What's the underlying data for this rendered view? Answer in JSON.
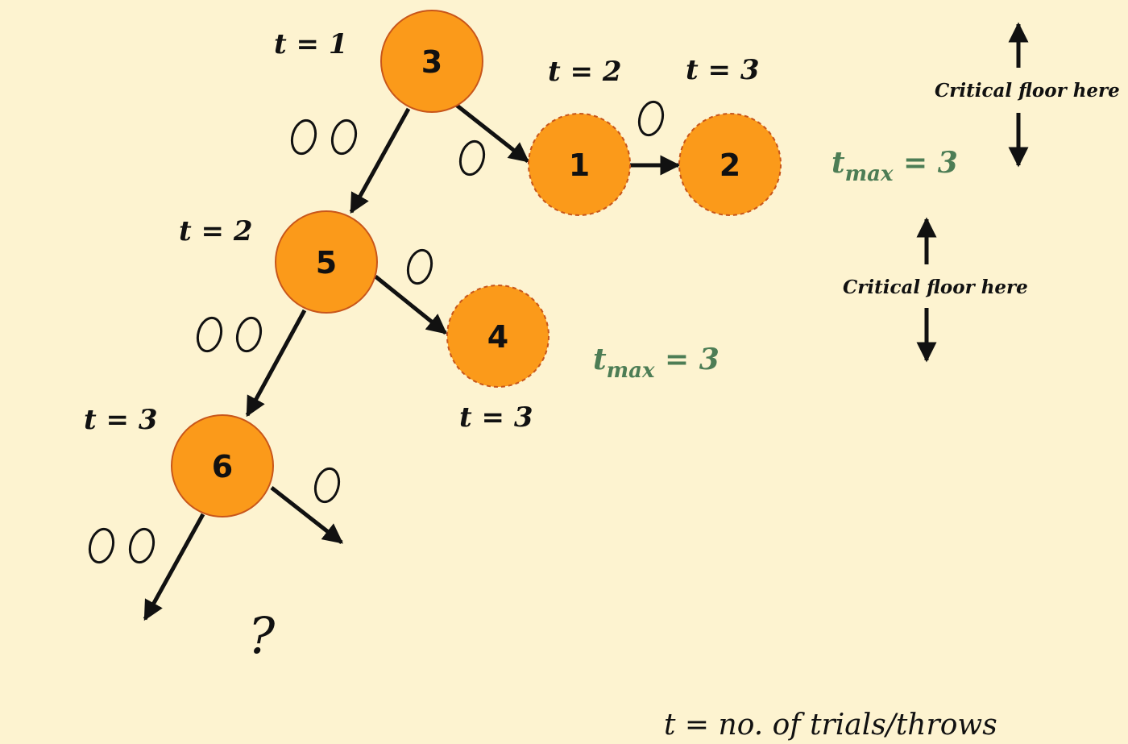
{
  "nodes": [
    {
      "id": "n3",
      "label": "3",
      "tentative": false
    },
    {
      "id": "n1",
      "label": "1",
      "tentative": true
    },
    {
      "id": "n2",
      "label": "2",
      "tentative": true
    },
    {
      "id": "n5",
      "label": "5",
      "tentative": false
    },
    {
      "id": "n4",
      "label": "4",
      "tentative": true
    },
    {
      "id": "n6",
      "label": "6",
      "tentative": false
    }
  ],
  "trial_labels": {
    "root": "t = 1",
    "n1": "t = 2",
    "n2": "t = 3",
    "n5": "t = 2",
    "n4": "t = 3",
    "n6": "t = 3"
  },
  "tmax": {
    "main": "t",
    "sub": "max",
    "value": "= 3"
  },
  "critical_floor_text": "Critical floor here",
  "unknown_marker": "?",
  "legend": "t = no. of trials/throws",
  "colors": {
    "background": "#fdf3d0",
    "node_fill": "#fb9a1a",
    "node_stroke": "#c8561a",
    "tmax_text": "#4d7d55",
    "arrows": "#111111"
  },
  "icons": {
    "egg": "egg-icon",
    "double_egg": "two-eggs-icon"
  }
}
